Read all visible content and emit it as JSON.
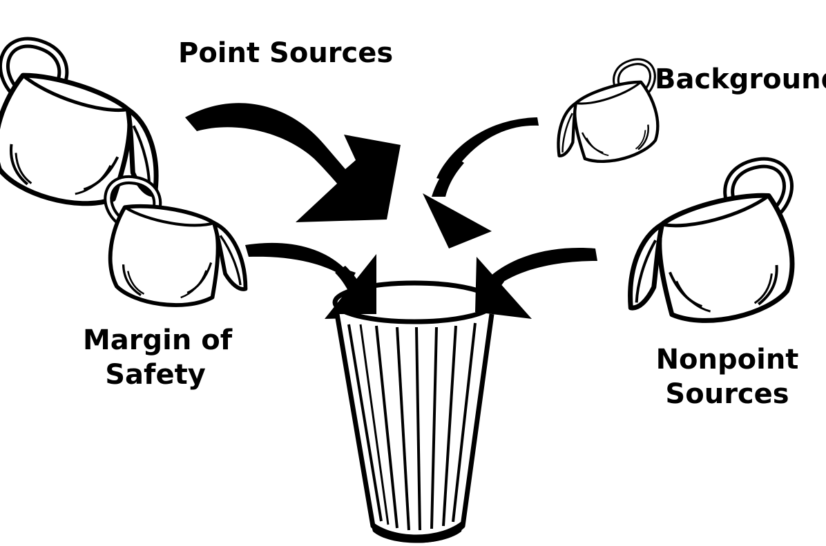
{
  "labels": {
    "point_sources": "Point Sources",
    "background": "Background",
    "margin_of_safety": [
      "Margin of",
      "Safety"
    ],
    "nonpoint_sources": [
      "Nonpoint",
      "Sources"
    ]
  },
  "colors": {
    "ink": "#000000",
    "paper": "#ffffff"
  },
  "icons": {
    "pitcher": "pitcher-icon",
    "arrow": "curved-arrow-icon",
    "glass": "drinking-glass-icon"
  }
}
